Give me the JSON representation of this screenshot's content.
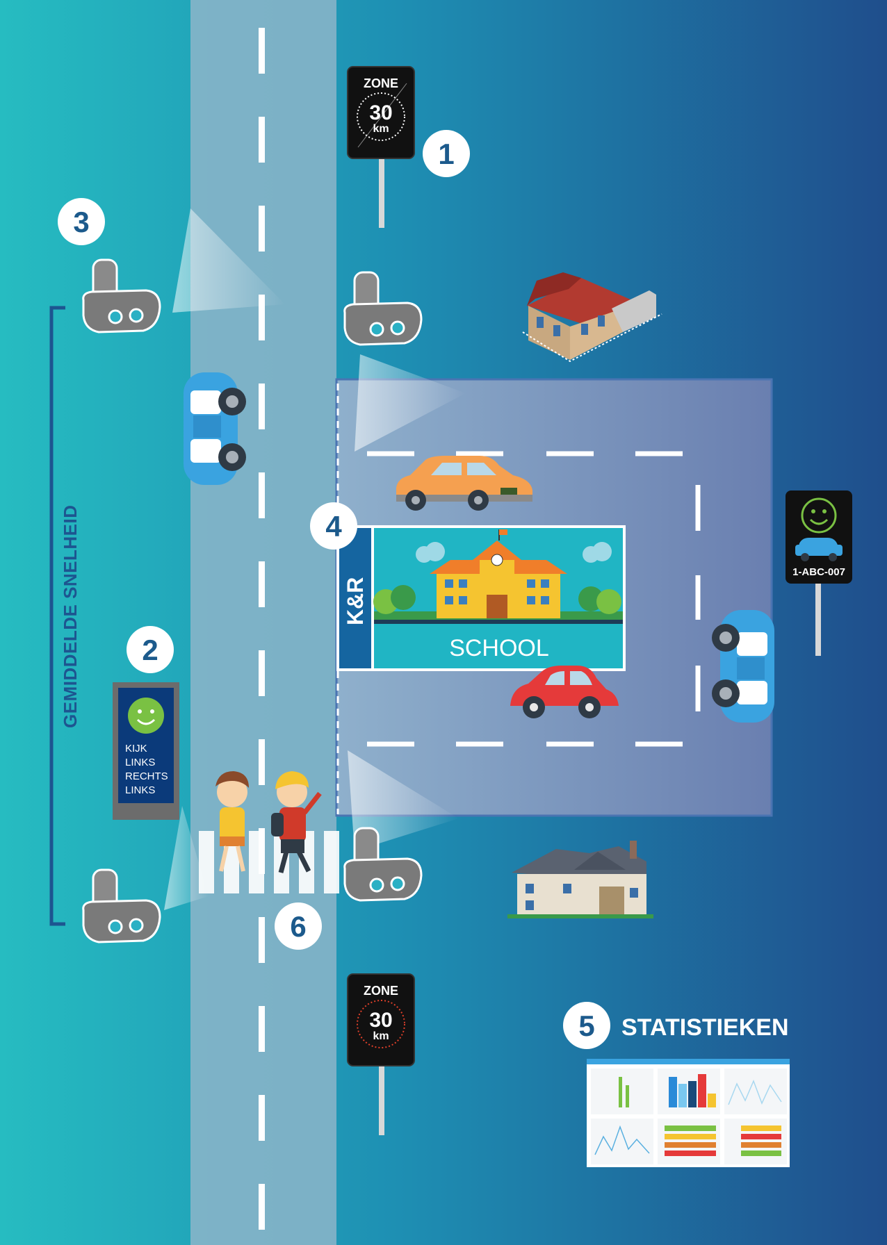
{
  "colors": {
    "bg_left": "#26bcc1",
    "bg_right": "#1f4e8c",
    "road": "#8db5c9",
    "zone_box": "#7a8fb8",
    "badge_text": "#1c5a8c",
    "smiley": "#7ac143",
    "sign_black": "#111111",
    "dark_blue": "#0b3a7a",
    "kr_blue": "#1565a0",
    "school_sky": "#20b5c4"
  },
  "signs": {
    "zone_top": {
      "zone": "ZONE",
      "speed": "30",
      "unit": "km"
    },
    "zone_bottom": {
      "zone": "ZONE",
      "speed": "30",
      "unit": "km"
    },
    "plate_sign": {
      "plate": "1-ABC-007",
      "icon": "smiley-icon"
    }
  },
  "badges": [
    "1",
    "2",
    "3",
    "4",
    "5",
    "6"
  ],
  "speed_label": "GEMIDDELDE SNELHEID",
  "display_panel": {
    "lines": [
      "KIJK",
      "LINKS",
      "RECHTS",
      "LINKS"
    ],
    "icon": "smiley-icon"
  },
  "school": {
    "kr": "K&R",
    "label": "SCHOOL"
  },
  "statistics": {
    "title": "STATISTIEKEN"
  }
}
